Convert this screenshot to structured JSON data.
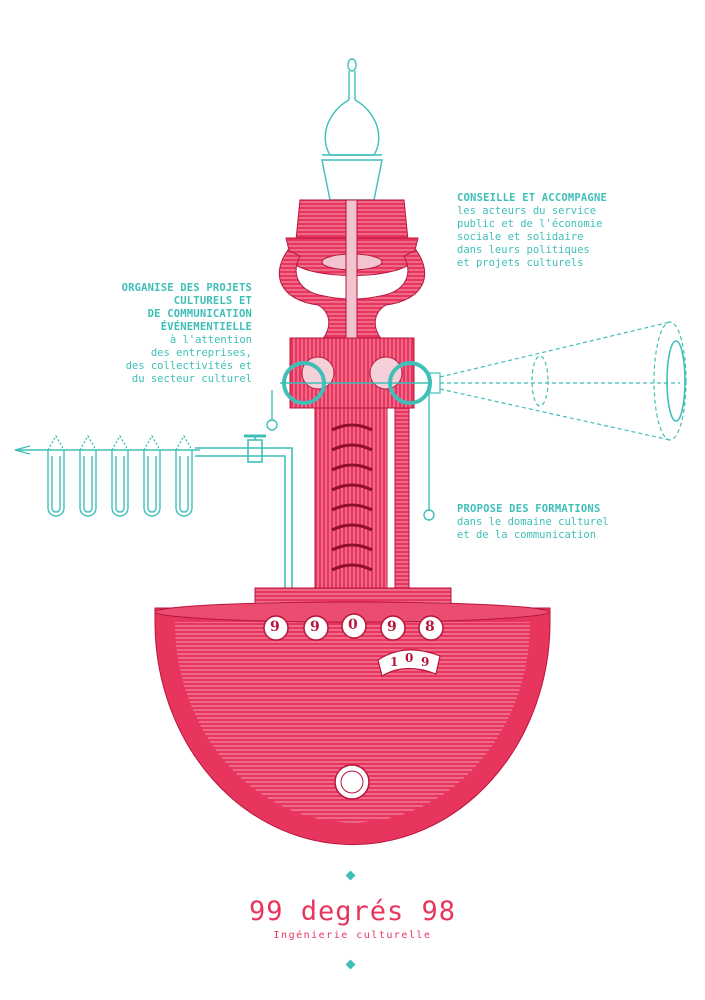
{
  "colors": {
    "accent": "#3fbfb8",
    "brand": "#e8355e"
  },
  "left_block": {
    "heading": [
      "ORGANISE DES PROJETS",
      "CULTURELS ET",
      "DE COMMUNICATION",
      "ÉVÉNEMENTIELLE"
    ],
    "body": [
      "à l'attention",
      "des entreprises,",
      "des collectivités et",
      "du secteur culturel"
    ]
  },
  "top_right_block": {
    "heading": "CONSEILLE ET ACCOMPAGNE",
    "body": [
      "les acteurs du service",
      "public et de l'économie",
      "sociale et solidaire",
      "dans leurs politiques",
      "et projets culturels"
    ]
  },
  "bottom_right_block": {
    "heading": "PROPOSE DES FORMATIONS",
    "body": [
      "dans le domaine culturel",
      "et de la communication"
    ]
  },
  "counter_digits": [
    "9",
    "9",
    "0",
    "9",
    "8"
  ],
  "dial_digits": [
    "1",
    "0",
    "9"
  ],
  "brand": {
    "title": "99 degrés 98",
    "subtitle": "Ingénierie culturelle"
  }
}
